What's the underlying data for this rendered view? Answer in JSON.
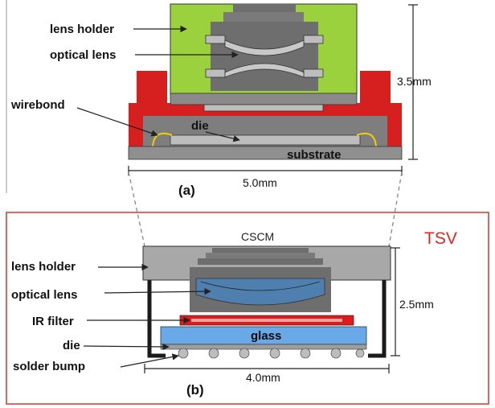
{
  "colors": {
    "holder_green": "#9bd13d",
    "housing_red": "#d61f1f",
    "panel_border": "#d9342b",
    "tsv_red": "#e0261f",
    "grey_dark": "#6e6e6e",
    "grey_mid": "#8f8f8f",
    "grey_light": "#bdbdbd",
    "lens_blue": "#4f7fae",
    "glass_blue": "#6aa9e8",
    "ir_red": "#e01a1a"
  },
  "diagram_a": {
    "caption": "(a)",
    "labels": {
      "lens_holder": "lens holder",
      "optical_lens": "optical lens",
      "wirebond": "wirebond",
      "die": "die",
      "substrate": "substrate"
    },
    "height_dim": "3.5mm",
    "width_dim": "5.0mm"
  },
  "diagram_b": {
    "caption": "(b)",
    "title": "CSCM",
    "tag": "TSV",
    "labels": {
      "lens_holder": "lens holder",
      "optical_lens": "optical lens",
      "ir_filter": "IR filter",
      "glass": "glass",
      "die": "die",
      "solder_bump": "solder bump"
    },
    "height_dim": "2.5mm",
    "width_dim": "4.0mm"
  }
}
